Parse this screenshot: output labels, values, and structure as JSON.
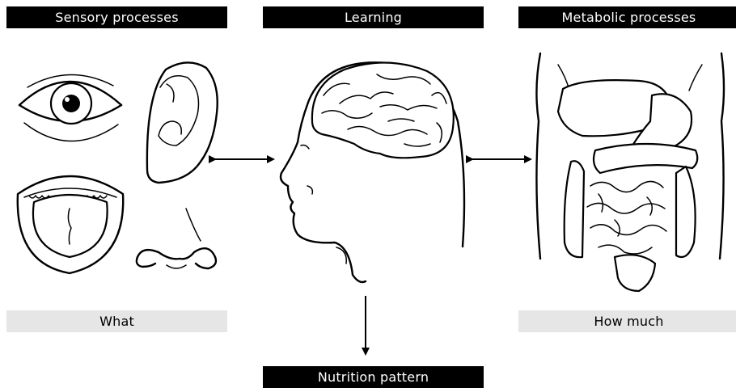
{
  "headers": {
    "sensory": "Sensory processes",
    "learning": "Learning",
    "metabolic": "Metabolic processes"
  },
  "labels": {
    "what": "What",
    "how_much": "How much"
  },
  "footer": {
    "nutrition": "Nutrition pattern"
  },
  "colors": {
    "dark_bar": "#000000",
    "light_bar": "#e6e6e6",
    "line": "#000000"
  },
  "icons": [
    "eye-illustration",
    "ear-illustration",
    "mouth-tongue-illustration",
    "nose-illustration",
    "head-brain-illustration",
    "digestive-organs-illustration"
  ]
}
